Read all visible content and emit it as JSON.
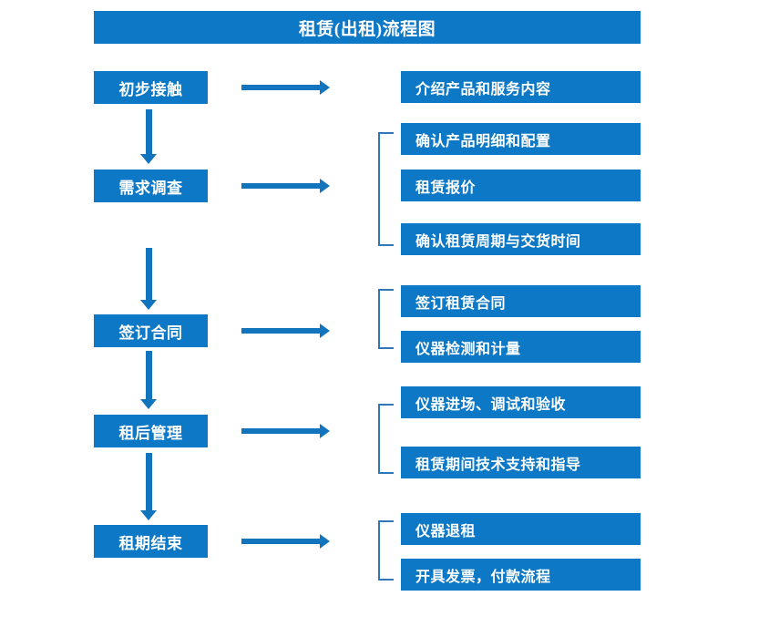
{
  "diagram": {
    "title": "租赁(出租)流程图",
    "accent_color": "#0C78C6",
    "arrow_color": "#1274BC",
    "bracket_color": "#2E77B8",
    "text_color": "#FFFFFF",
    "background_color": "#FFFFFF",
    "stages": [
      {
        "id": "stage-1",
        "label": "初步接触",
        "details": [
          "介绍产品和服务内容"
        ],
        "bracketed": false
      },
      {
        "id": "stage-2",
        "label": "需求调查",
        "details": [
          "确认产品明细和配置",
          "租赁报价",
          "确认租赁周期与交货时间"
        ],
        "bracketed": true
      },
      {
        "id": "stage-3",
        "label": "签订合同",
        "details": [
          "签订租赁合同",
          "仪器检测和计量"
        ],
        "bracketed": true
      },
      {
        "id": "stage-4",
        "label": "租后管理",
        "details": [
          "仪器进场、调试和验收",
          "租赁期间技术支持和指导"
        ],
        "bracketed": true
      },
      {
        "id": "stage-5",
        "label": "租期结束",
        "details": [
          "仪器退租",
          "开具发票，付款流程"
        ],
        "bracketed": true
      }
    ],
    "detail_boxes": {
      "d1": "介绍产品和服务内容",
      "d2": "确认产品明细和配置",
      "d3": "租赁报价",
      "d4": "确认租赁周期与交货时间",
      "d5": "签订租赁合同",
      "d6": "仪器检测和计量",
      "d7": "仪器进场、调试和验收",
      "d8": "租赁期间技术支持和指导",
      "d9": "仪器退租",
      "d10": "开具发票，付款流程"
    },
    "stage_labels": {
      "s1": "初步接触",
      "s2": "需求调查",
      "s3": "签订合同",
      "s4": "租后管理",
      "s5": "租期结束"
    }
  }
}
